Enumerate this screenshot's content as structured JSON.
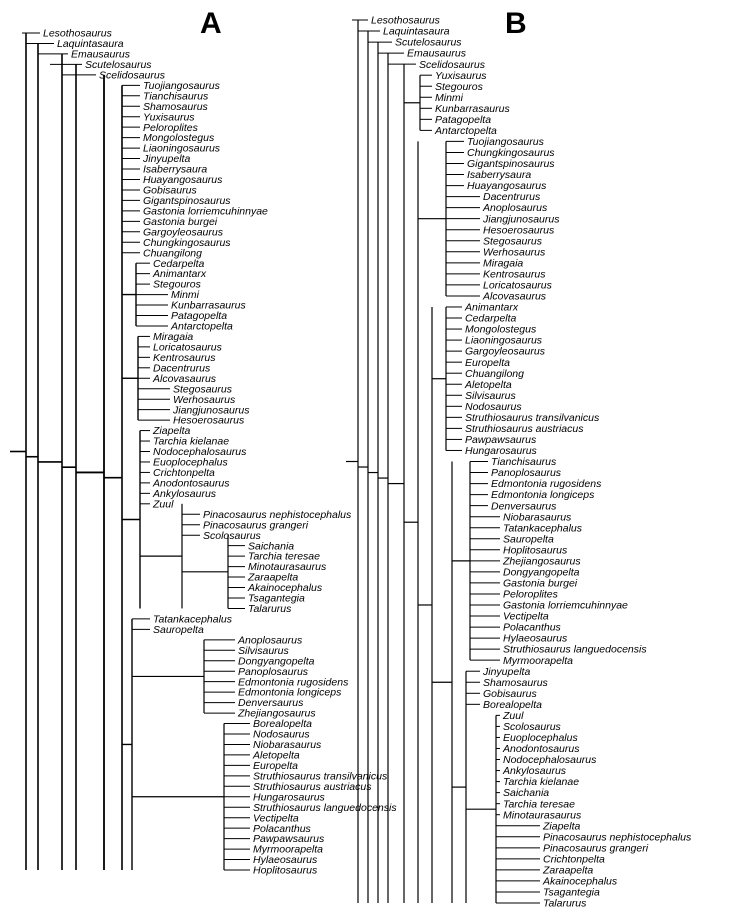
{
  "panels": [
    {
      "label": "A",
      "taxa": [
        "Lesothosaurus",
        "Laquintasaura",
        "Emausaurus",
        "Scutelosaurus",
        "Scelidosaurus",
        "Tuojiangosaurus",
        "Tianchisaurus",
        "Shamosaurus",
        "Yuxisaurus",
        "Peloroplites",
        "Mongolostegus",
        "Liaoningosaurus",
        "Jinyupelta",
        "Isaberrysaura",
        "Huayangosaurus",
        "Gobisaurus",
        "Gigantspinosaurus",
        "Gastonia lorriemcuhinnyae",
        "Gastonia  burgei",
        "Gargoyleosaurus",
        "Chungkingosaurus",
        "Chuangilong",
        "Cedarpelta",
        "Animantarx",
        "Stegouros",
        "Minmi",
        "Kunbarrasaurus",
        "Patagopelta",
        "Antarctopelta",
        "Miragaia",
        "Loricatosaurus",
        "Kentrosaurus",
        "Dacentrurus",
        "Alcovasaurus",
        "Stegosaurus",
        "Werhosaurus",
        "Jiangjunosaurus",
        "Hesoerosaurus",
        "Ziapelta",
        "Tarchia kielanae",
        "Nodocephalosaurus",
        "Euoplocephalus",
        "Crichtonpelta",
        "Anodontosaurus",
        "Ankylosaurus",
        "Zuul",
        "Pinacosaurus nephistocephalus",
        "Pinacosaurus grangeri",
        "Scolosaurus",
        "Saichania",
        "Tarchia teresae",
        "Minotaurasaurus",
        "Zaraapelta",
        "Akainocephalus",
        "Tsagantegia",
        "Talarurus",
        "Tatankacephalus",
        "Sauropelta",
        "Anoplosaurus",
        "Silvisaurus",
        "Dongyangopelta",
        "Panoplosaurus",
        "Edmontonia rugosidens",
        "Edmontonia longiceps",
        "Denversaurus",
        "Zhejiangosaurus",
        "Borealopelta",
        "Nodosaurus",
        "Niobarasaurus",
        "Aletopelta",
        "Europelta",
        "Struthiosaurus transilvanicus",
        "Struthiosaurus austriacus",
        "Hungarosaurus",
        "Struthiosaurus languedocensis",
        "Vectipelta",
        "Polacanthus",
        "Pawpawsaurus",
        "Myrmoorapelta",
        "Hylaeosaurus",
        "Hoplitosaurus"
      ]
    },
    {
      "label": "B",
      "taxa": [
        "Lesothosaurus",
        "Laquintasaura",
        "Scutelosaurus",
        "Emausaurus",
        "Scelidosaurus",
        "Yuxisaurus",
        "Stegouros",
        "Minmi",
        "Kunbarrasaurus",
        "Patagopelta",
        "Antarctopelta",
        "Tuojiangosaurus",
        "Chungkingosaurus",
        "Gigantspinosaurus",
        "Isaberrysaura",
        "Huayangosaurus",
        "Dacentrurus",
        "Anoplosaurus",
        "Jiangjunosaurus",
        "Hesoerosaurus",
        "Stegosaurus",
        "Werhosaurus",
        "Miragaia",
        "Kentrosaurus",
        "Loricatosaurus",
        "Alcovasaurus",
        "Animantarx",
        "Cedarpelta",
        "Mongolostegus",
        "Liaoningosaurus",
        "Gargoyleosaurus",
        "Europelta",
        "Chuangilong",
        "Aletopelta",
        "Silvisaurus",
        "Nodosaurus",
        "Struthiosaurus transilvanicus",
        "Struthiosaurus austriacus",
        "Pawpawsaurus",
        "Hungarosaurus",
        "Tianchisaurus",
        "Panoplosaurus",
        "Edmontonia rugosidens",
        "Edmontonia longiceps",
        "Denversaurus",
        "Niobarasaurus",
        "Tatankacephalus",
        "Sauropelta",
        "Hoplitosaurus",
        "Zhejiangosaurus",
        "Dongyangopelta",
        "Gastonia  burgei",
        "Peloroplites",
        "Gastonia lorriemcuhinnyae",
        "Vectipelta",
        "Polacanthus",
        "Hylaeosaurus",
        "Struthiosaurus languedocensis",
        "Myrmoorapelta",
        "Jinyupelta",
        "Shamosaurus",
        "Gobisaurus",
        "Borealopelta",
        "Zuul",
        "Scolosaurus",
        "Euoplocephalus",
        "Anodontosaurus",
        "Nodocephalosaurus",
        "Ankylosaurus",
        "Tarchia kielanae",
        "Saichania",
        "Tarchia teresae",
        "Minotaurasaurus",
        "Ziapelta",
        "Pinacosaurus nephistocephalus",
        "Pinacosaurus grangeri",
        "Crichtonpelta",
        "Zaraapelta",
        "Akainocephalus",
        "Tsagantegia",
        "Talarurus"
      ]
    }
  ]
}
